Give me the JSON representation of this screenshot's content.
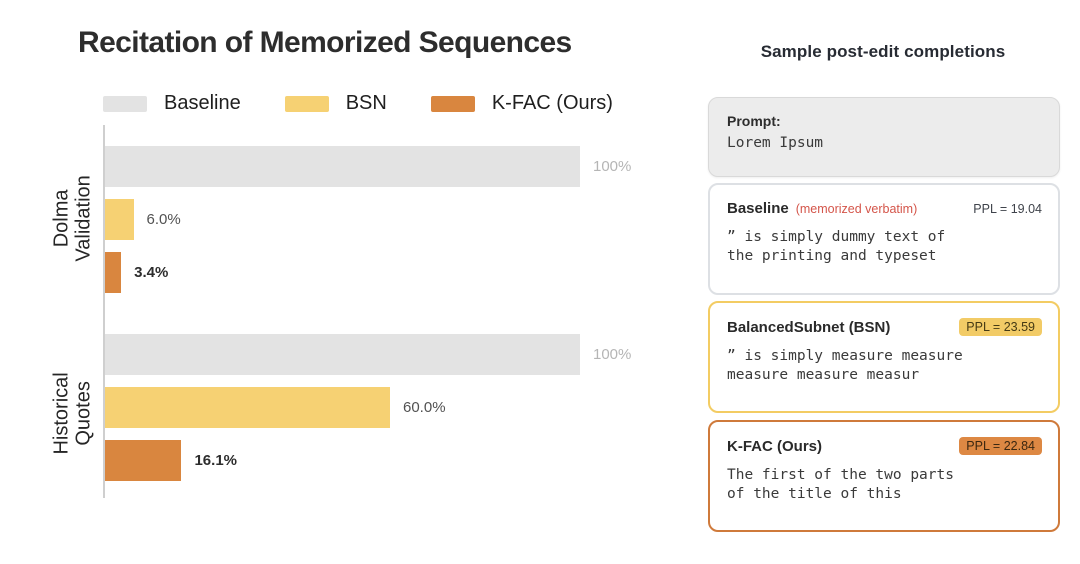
{
  "chart": {
    "title": "Recitation of Memorized Sequences"
  },
  "chart_data": {
    "type": "bar",
    "orientation": "horizontal",
    "title": "Recitation of Memorized Sequences",
    "categories": [
      "Dolma Validation",
      "Historical Quotes"
    ],
    "category_lines": [
      [
        "Dolma",
        "Validation"
      ],
      [
        "Historical",
        "Quotes"
      ]
    ],
    "series": [
      {
        "name": "Baseline",
        "color": "#e3e3e3",
        "values": [
          100,
          100
        ],
        "value_labels": [
          "100%",
          "100%"
        ]
      },
      {
        "name": "BSN",
        "color": "#f6d173",
        "values": [
          6.0,
          60.0
        ],
        "value_labels": [
          "6.0%",
          "60.0%"
        ]
      },
      {
        "name": "K-FAC (Ours)",
        "color": "#d9863f",
        "values": [
          3.4,
          16.1
        ],
        "value_labels": [
          "3.4%",
          "16.1%"
        ]
      }
    ],
    "xlim": [
      0,
      100
    ],
    "value_unit": "%",
    "legend_position": "top",
    "grid": false
  },
  "panel": {
    "title": "Sample post-edit completions",
    "prompt_card": {
      "label": "Prompt:",
      "text": "Lorem Ipsum"
    },
    "cards": [
      {
        "title": "Baseline",
        "note": "(memorized verbatim)",
        "ppl": "PPL = 19.04",
        "completion_line1": "” is simply dummy text of",
        "completion_line2": "the printing and typeset"
      },
      {
        "title": "BalancedSubnet (BSN)",
        "note": "",
        "ppl": "PPL = 23.59",
        "completion_line1": "” is simply measure measure",
        "completion_line2": "measure measure measur"
      },
      {
        "title": "K-FAC (Ours)",
        "note": "",
        "ppl": "PPL = 22.84",
        "completion_line1": "The first of the two parts",
        "completion_line2": "of the title of this"
      }
    ]
  },
  "colors": {
    "baseline_bar": "#e3e3e3",
    "bsn_bar": "#f6d173",
    "kfac_bar": "#d9863f",
    "bsn_border": "#f3cc63",
    "kfac_border": "#cf7a3b",
    "note_red": "#d4554a",
    "muted_value_label": "#b5b5b5",
    "axis": "#cfcfcf"
  }
}
